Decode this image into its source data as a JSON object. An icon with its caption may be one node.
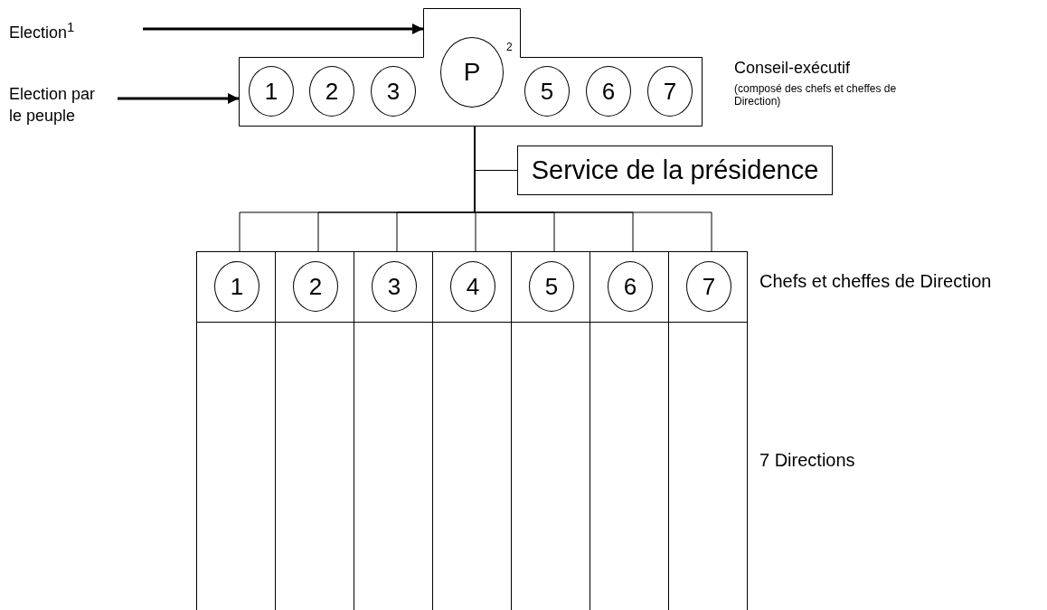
{
  "diagram": {
    "nodes": [
      {
        "text": [
          "Election$^{1}$"
        ]
      },
      {
        "text": [
          "Election par le peuple"
        ]
      },
      {
        "text": [
          "Conseil-exécutif",
          "(composé des chefs et cheffes de Direction)"
        ]
      },
      {
        "text": [
          "1"
        ],
        "in": 2
      },
      {
        "text": [
          "2"
        ],
        "in": 2
      },
      {
        "text": [
          "3"
        ],
        "in": 2
      },
      {
        "text": [
          "P"
        ],
        "in": 2,
        "beside": [
          "2"
        ]
      },
      {
        "text": [
          "5"
        ],
        "in": 2
      },
      {
        "text": [
          "6"
        ],
        "in": 2
      },
      {
        "text": [
          "7"
        ],
        "in": 2
      },
      {
        "text": [
          "Service de la présidence"
        ]
      },
      {
        "text": [],
        "shape": "box"
      },
      {
        "text": [
          "1"
        ],
        "in": 11
      },
      {
        "text": [],
        "shape": "box"
      },
      {
        "text": [
          "2"
        ],
        "in": 13
      },
      {
        "text": [],
        "shape": "box"
      },
      {
        "text": [
          "3"
        ],
        "in": 15
      },
      {
        "text": [],
        "shape": "box"
      },
      {
        "text": [
          "4"
        ],
        "in": 17
      },
      {
        "text": [],
        "shape": "box"
      },
      {
        "text": [
          "5"
        ],
        "in": 19
      },
      {
        "text": [],
        "shape": "box"
      },
      {
        "text": [
          "6"
        ],
        "in": 21
      },
      {
        "text": [],
        "shape": "box"
      },
      {
        "text": [
          "7"
        ],
        "in": 23
      }
    ],
    "edges": [
      {
        "from": 0,
        "to": 2,
        "arrow": "to",
        "style": "thick"
      },
      {
        "from": 1,
        "to": 2,
        "arrow": "to",
        "style": "thick"
      },
      {
        "from": 2,
        "to": 10,
        "arrow": "none"
      },
      {
        "from": 2,
        "to": 11,
        "arrow": "none"
      },
      {
        "from": 2,
        "to": 13,
        "arrow": "none"
      },
      {
        "from": 2,
        "to": 15,
        "arrow": "none"
      },
      {
        "from": 2,
        "to": 17,
        "arrow": "none"
      },
      {
        "from": 2,
        "to": 19,
        "arrow": "none"
      },
      {
        "from": 2,
        "to": 21,
        "arrow": "none"
      },
      {
        "from": 2,
        "to": 23,
        "arrow": "none"
      }
    ],
    "labels": [
      "Chefs et cheffes de Direction",
      "7 Directions"
    ]
  }
}
